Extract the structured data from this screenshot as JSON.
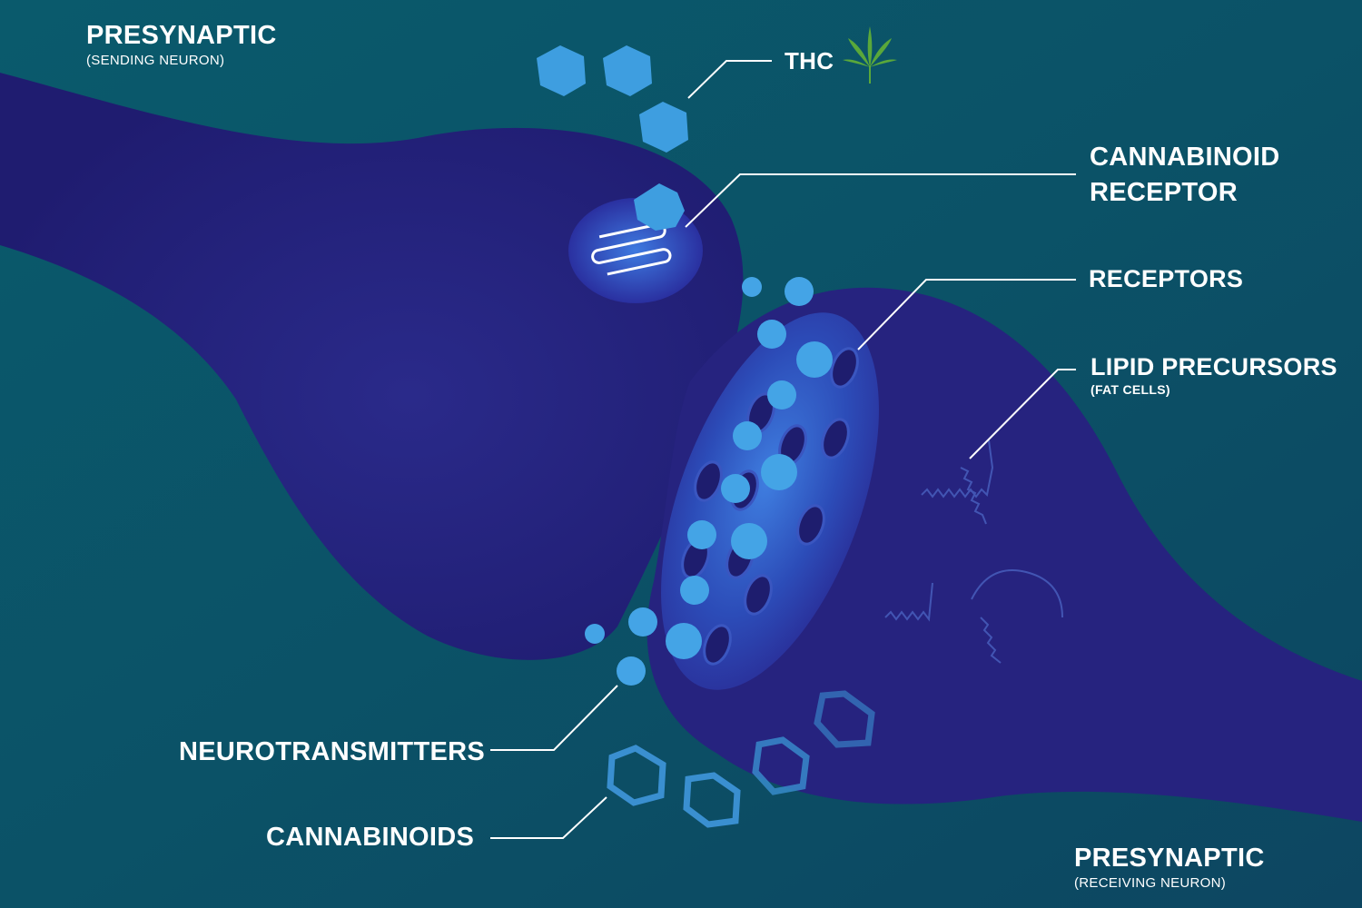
{
  "labels": {
    "presynaptic_top": {
      "title": "PRESYNAPTIC",
      "sub": "(SENDING NEURON)"
    },
    "thc": "THC",
    "cannabinoid_receptor": [
      "CANNABINOID",
      "RECEPTOR"
    ],
    "receptors": "RECEPTORS",
    "lipid_precursors": {
      "title": "LIPID PRECURSORS",
      "sub": "(FAT CELLS)"
    },
    "neurotransmitters": "NEUROTRANSMITTERS",
    "cannabinoids": "CANNABINOIDS",
    "presynaptic_bottom": {
      "title": "PRESYNAPTIC",
      "sub": "(RECEIVING NEURON)"
    }
  },
  "colors": {
    "background": "#0b5568",
    "neuron": "#26237f",
    "particle": "#3e9ee0",
    "leaf": "#5aa83a"
  },
  "icons": [
    "cannabis-leaf-icon"
  ]
}
